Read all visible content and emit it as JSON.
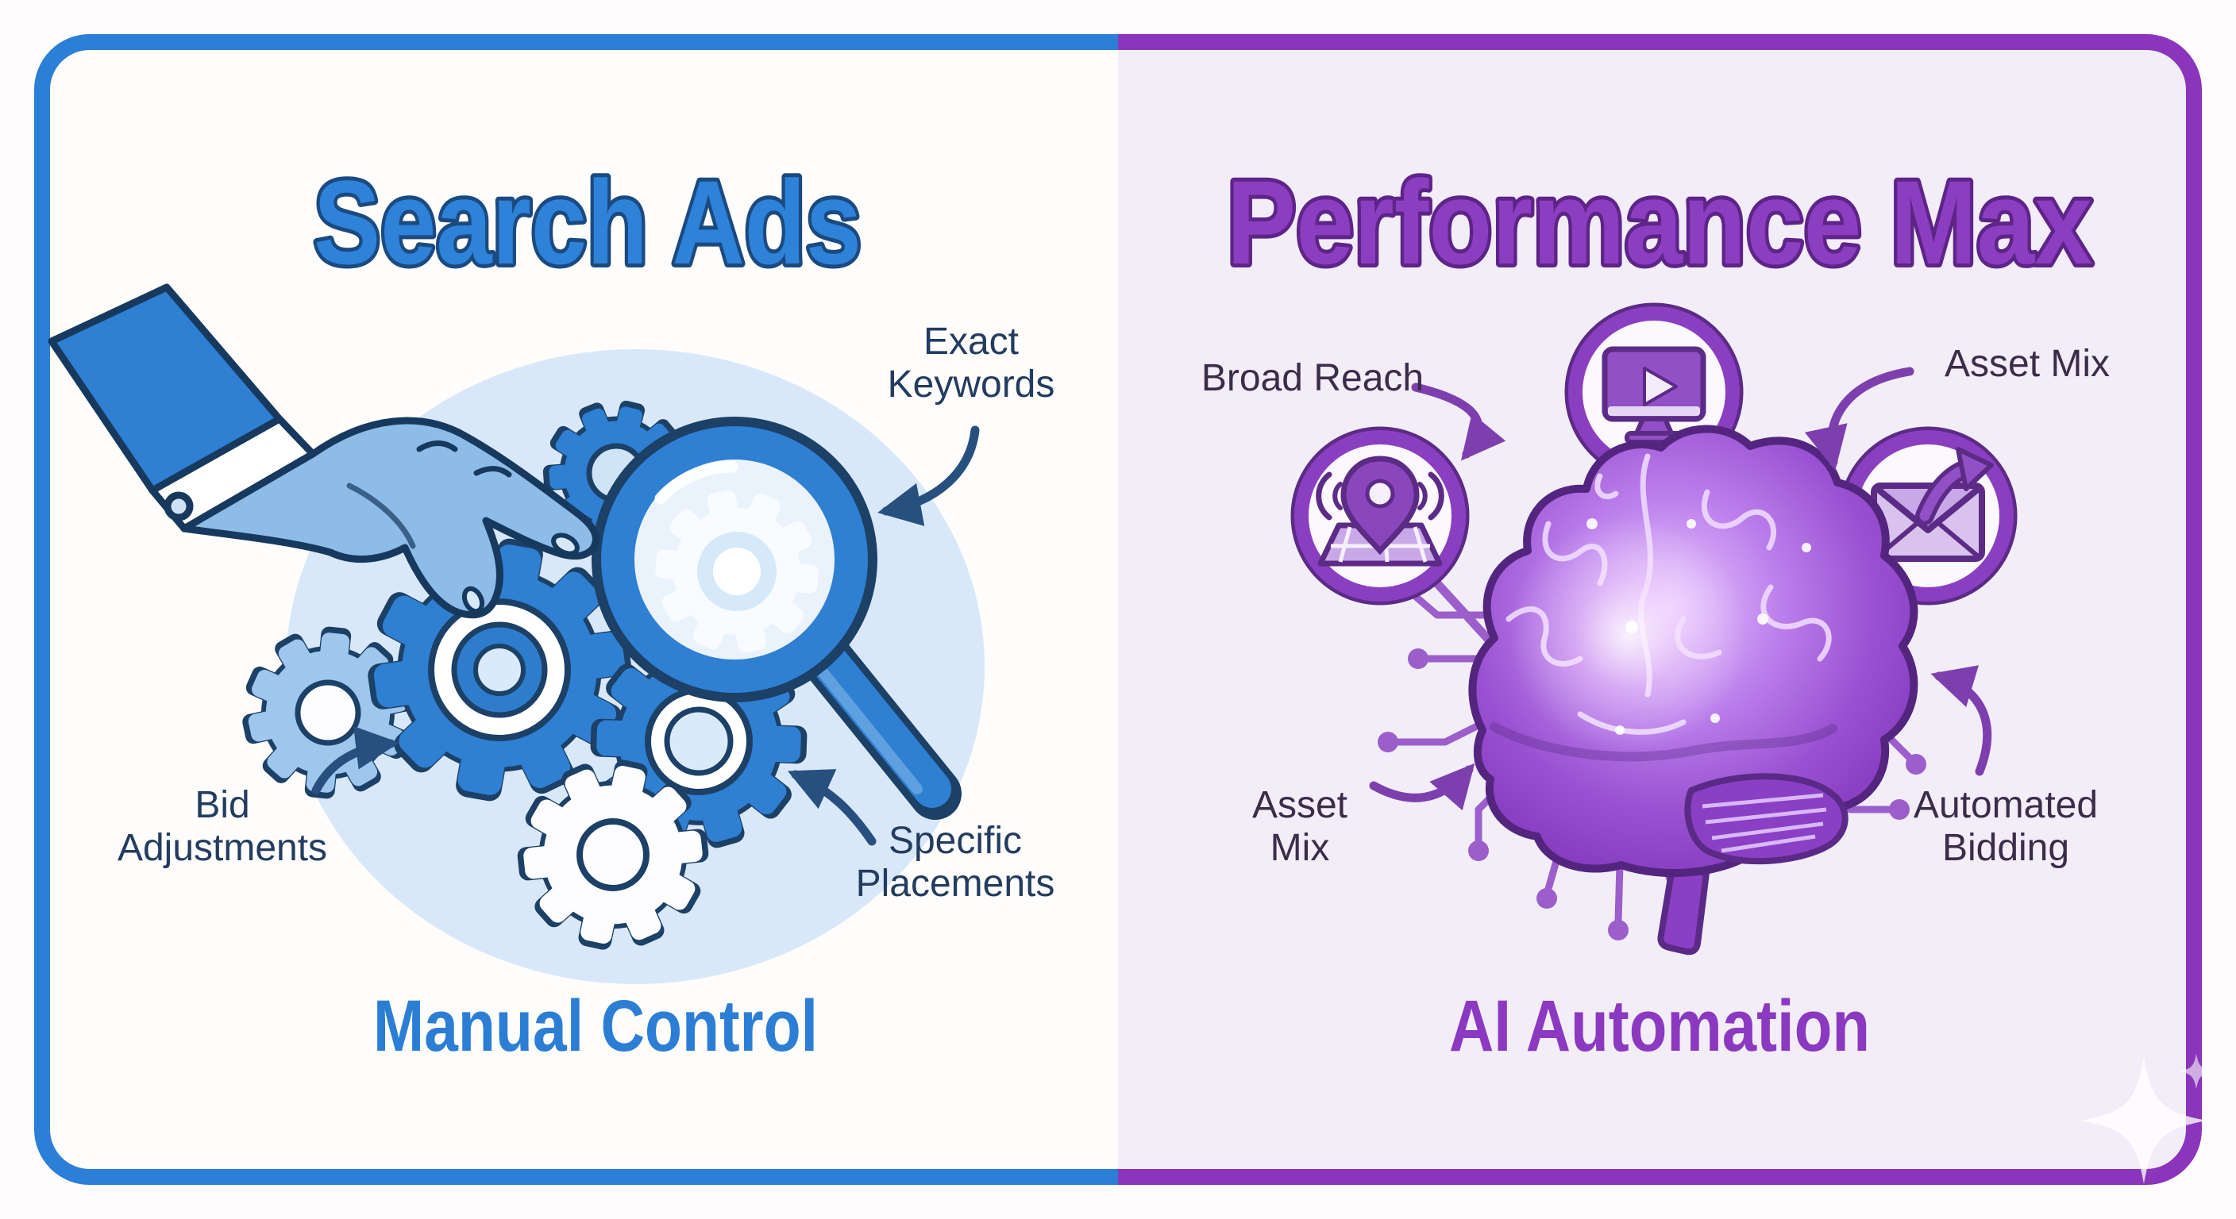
{
  "infographic": {
    "kind": "comparison-diagram",
    "watermark": "sparkle-watermark"
  },
  "left": {
    "title": "Search Ads",
    "caption": "Manual Control",
    "labels": {
      "exact_keywords": {
        "line1": "Exact",
        "line2": "Keywords"
      },
      "bid_adjustments": {
        "line1": "Bid",
        "line2": "Adjustments"
      },
      "specific_placements": {
        "line1": "Specific",
        "line2": "Placements"
      }
    },
    "icons": [
      "hand-icon",
      "gears-icon",
      "magnifier-gear-icon"
    ],
    "colors": {
      "accent": "#2b7fd6",
      "outline": "#1c4066",
      "label": "#233c5f",
      "background": "#fefdfc",
      "backdrop": "#d9e8f8"
    }
  },
  "right": {
    "title": "Performance Max",
    "caption": "AI Automation",
    "labels": {
      "broad_reach": {
        "line1": "Broad Reach"
      },
      "asset_mix_top": {
        "line1": "Asset Mix"
      },
      "asset_mix_bottom": {
        "line1": "Asset",
        "line2": "Mix"
      },
      "automated_bidding": {
        "line1": "Automated",
        "line2": "Bidding"
      }
    },
    "icons": [
      "location-signal-icon",
      "video-monitor-icon",
      "email-send-icon",
      "ai-brain-icon"
    ],
    "colors": {
      "accent": "#8a35bb",
      "outline": "#5a2a86",
      "label": "#3a2d49",
      "background": "#f3edf8"
    }
  }
}
